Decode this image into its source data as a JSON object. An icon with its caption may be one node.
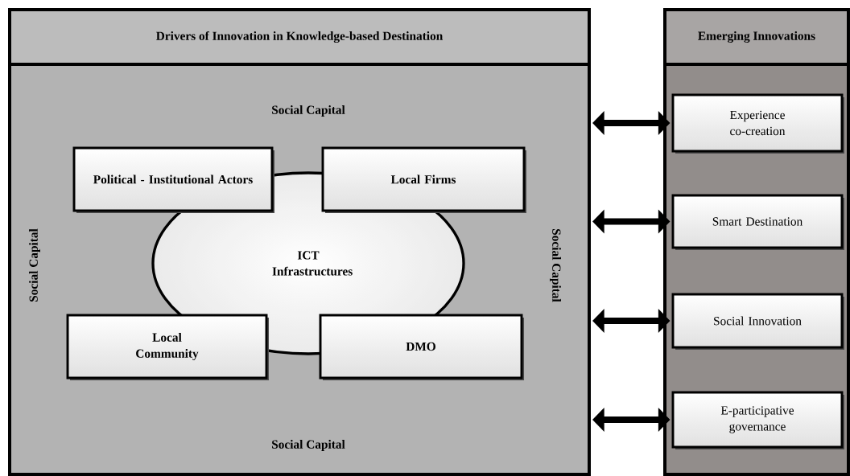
{
  "diagram": {
    "nodes": [
      {
        "text": [
          "Drivers of Innovation in Knowledge-based Destination"
        ]
      },
      {
        "text": [
          "Political - Institutional Actors"
        ],
        "in": 0
      },
      {
        "text": [
          "Local Firms"
        ],
        "in": 0
      },
      {
        "text": [
          "ICT Infrastructures"
        ],
        "in": 0
      },
      {
        "text": [
          "Local Community"
        ],
        "in": 0
      },
      {
        "text": [
          "DMO"
        ],
        "in": 0
      },
      {
        "text": [
          "Emerging Innovations"
        ]
      },
      {
        "text": [
          "Experience co-creation"
        ],
        "in": 6
      },
      {
        "text": [
          "Smart Destination"
        ],
        "in": 6
      },
      {
        "text": [
          "Social Innovation"
        ],
        "in": 6
      },
      {
        "text": [
          "E-participative governance"
        ],
        "in": 6
      }
    ],
    "edges": [
      {
        "from": 0,
        "to": 7,
        "arrow": "both"
      },
      {
        "from": 0,
        "to": 8,
        "arrow": "both"
      },
      {
        "from": 0,
        "to": 9,
        "arrow": "both"
      },
      {
        "from": 0,
        "to": 10,
        "arrow": "both"
      }
    ],
    "labels": [
      "Social Capital",
      "Social Capital",
      "Social Capital",
      "Social Capital"
    ]
  }
}
